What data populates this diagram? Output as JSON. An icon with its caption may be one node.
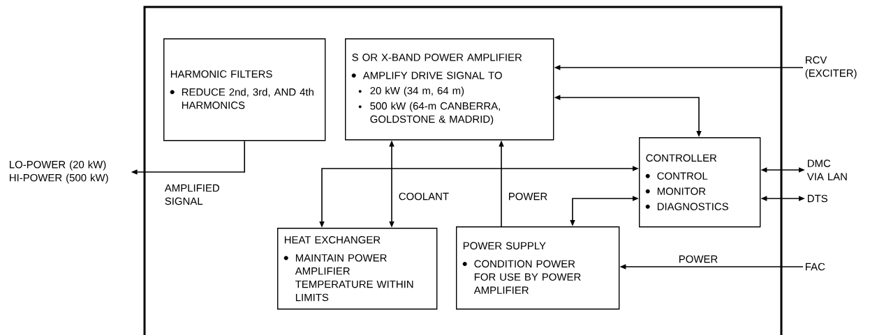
{
  "diagram": {
    "nodes": [
      {
        "text": [
          "HARMONIC FILTERS",
          "REDUCE 2nd, 3rd, AND 4th HARMONICS"
        ]
      },
      {
        "text": [
          "S OR X-BAND POWER AMPLIFIER",
          "AMPLIFY DRIVE SIGNAL TO",
          "20 kW (34 m, 64 m)",
          "500 kW (64-m CANBERRA, GOLDSTONE & MADRID)"
        ]
      },
      {
        "text": [
          "CONTROLLER",
          "CONTROL",
          "MONITOR",
          "DIAGNOSTICS"
        ]
      },
      {
        "text": [
          "HEAT EXCHANGER",
          "MAINTAIN POWER AMPLIFIER TEMPERATURE WITHIN LIMITS"
        ]
      },
      {
        "text": [
          "POWER SUPPLY",
          "CONDITION POWER FOR USE BY POWER AMPLIFIER"
        ]
      },
      {
        "text": [
          "LO-POWER (20 kW) HI-POWER (500 kW)"
        ]
      },
      {
        "text": [
          "RCV (EXCITER)"
        ]
      },
      {
        "text": [
          "DMC VIA LAN"
        ]
      },
      {
        "text": [
          "DTS"
        ]
      },
      {
        "text": [
          "FAC"
        ]
      }
    ],
    "edges": [
      {
        "from": 0,
        "to": 5,
        "arrow": "to",
        "label": "AMPLIFIED SIGNAL"
      },
      {
        "from": 6,
        "to": 1,
        "arrow": "to"
      },
      {
        "from": 1,
        "to": 2,
        "arrow": "both"
      },
      {
        "from": 2,
        "to": 3,
        "arrow": "both"
      },
      {
        "from": 1,
        "to": 3,
        "arrow": "both",
        "label": "COOLANT"
      },
      {
        "from": 4,
        "to": 1,
        "arrow": "to",
        "label": "POWER"
      },
      {
        "from": 2,
        "to": 4,
        "arrow": "both"
      },
      {
        "from": 9,
        "to": 4,
        "arrow": "to",
        "label": "POWER"
      },
      {
        "from": 2,
        "to": 7,
        "arrow": "both"
      },
      {
        "from": 2,
        "to": 8,
        "arrow": "both"
      }
    ]
  }
}
